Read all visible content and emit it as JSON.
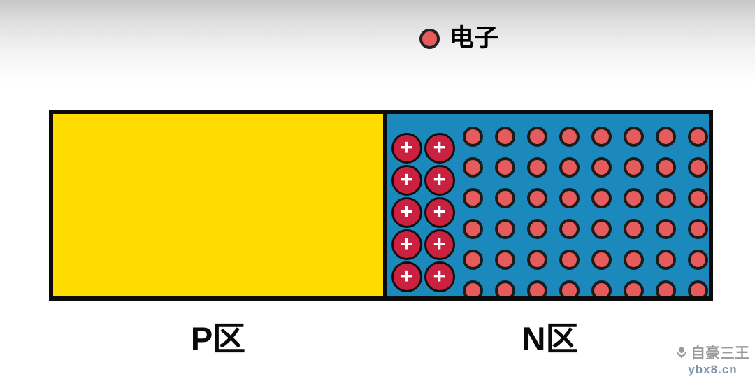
{
  "legend": {
    "label": "电子"
  },
  "regions": {
    "p": {
      "label": "P区",
      "color": "#FFDC00"
    },
    "n": {
      "label": "N区",
      "color": "#1C89BD"
    }
  },
  "n_region": {
    "ion_grid": {
      "rows": 5,
      "cols": 2,
      "symbol": "+",
      "color": "#C9213F"
    },
    "electron_grid": {
      "rows": 6,
      "cols": 8,
      "color": "#E65C5C"
    }
  },
  "watermark": {
    "line1": "自豪三王",
    "line2": "ybx8.cn"
  },
  "colors": {
    "p_region": "#FFDC00",
    "n_region": "#1C89BD",
    "ion": "#C9213F",
    "electron": "#E65C5C",
    "outline": "#0B0B0B"
  }
}
